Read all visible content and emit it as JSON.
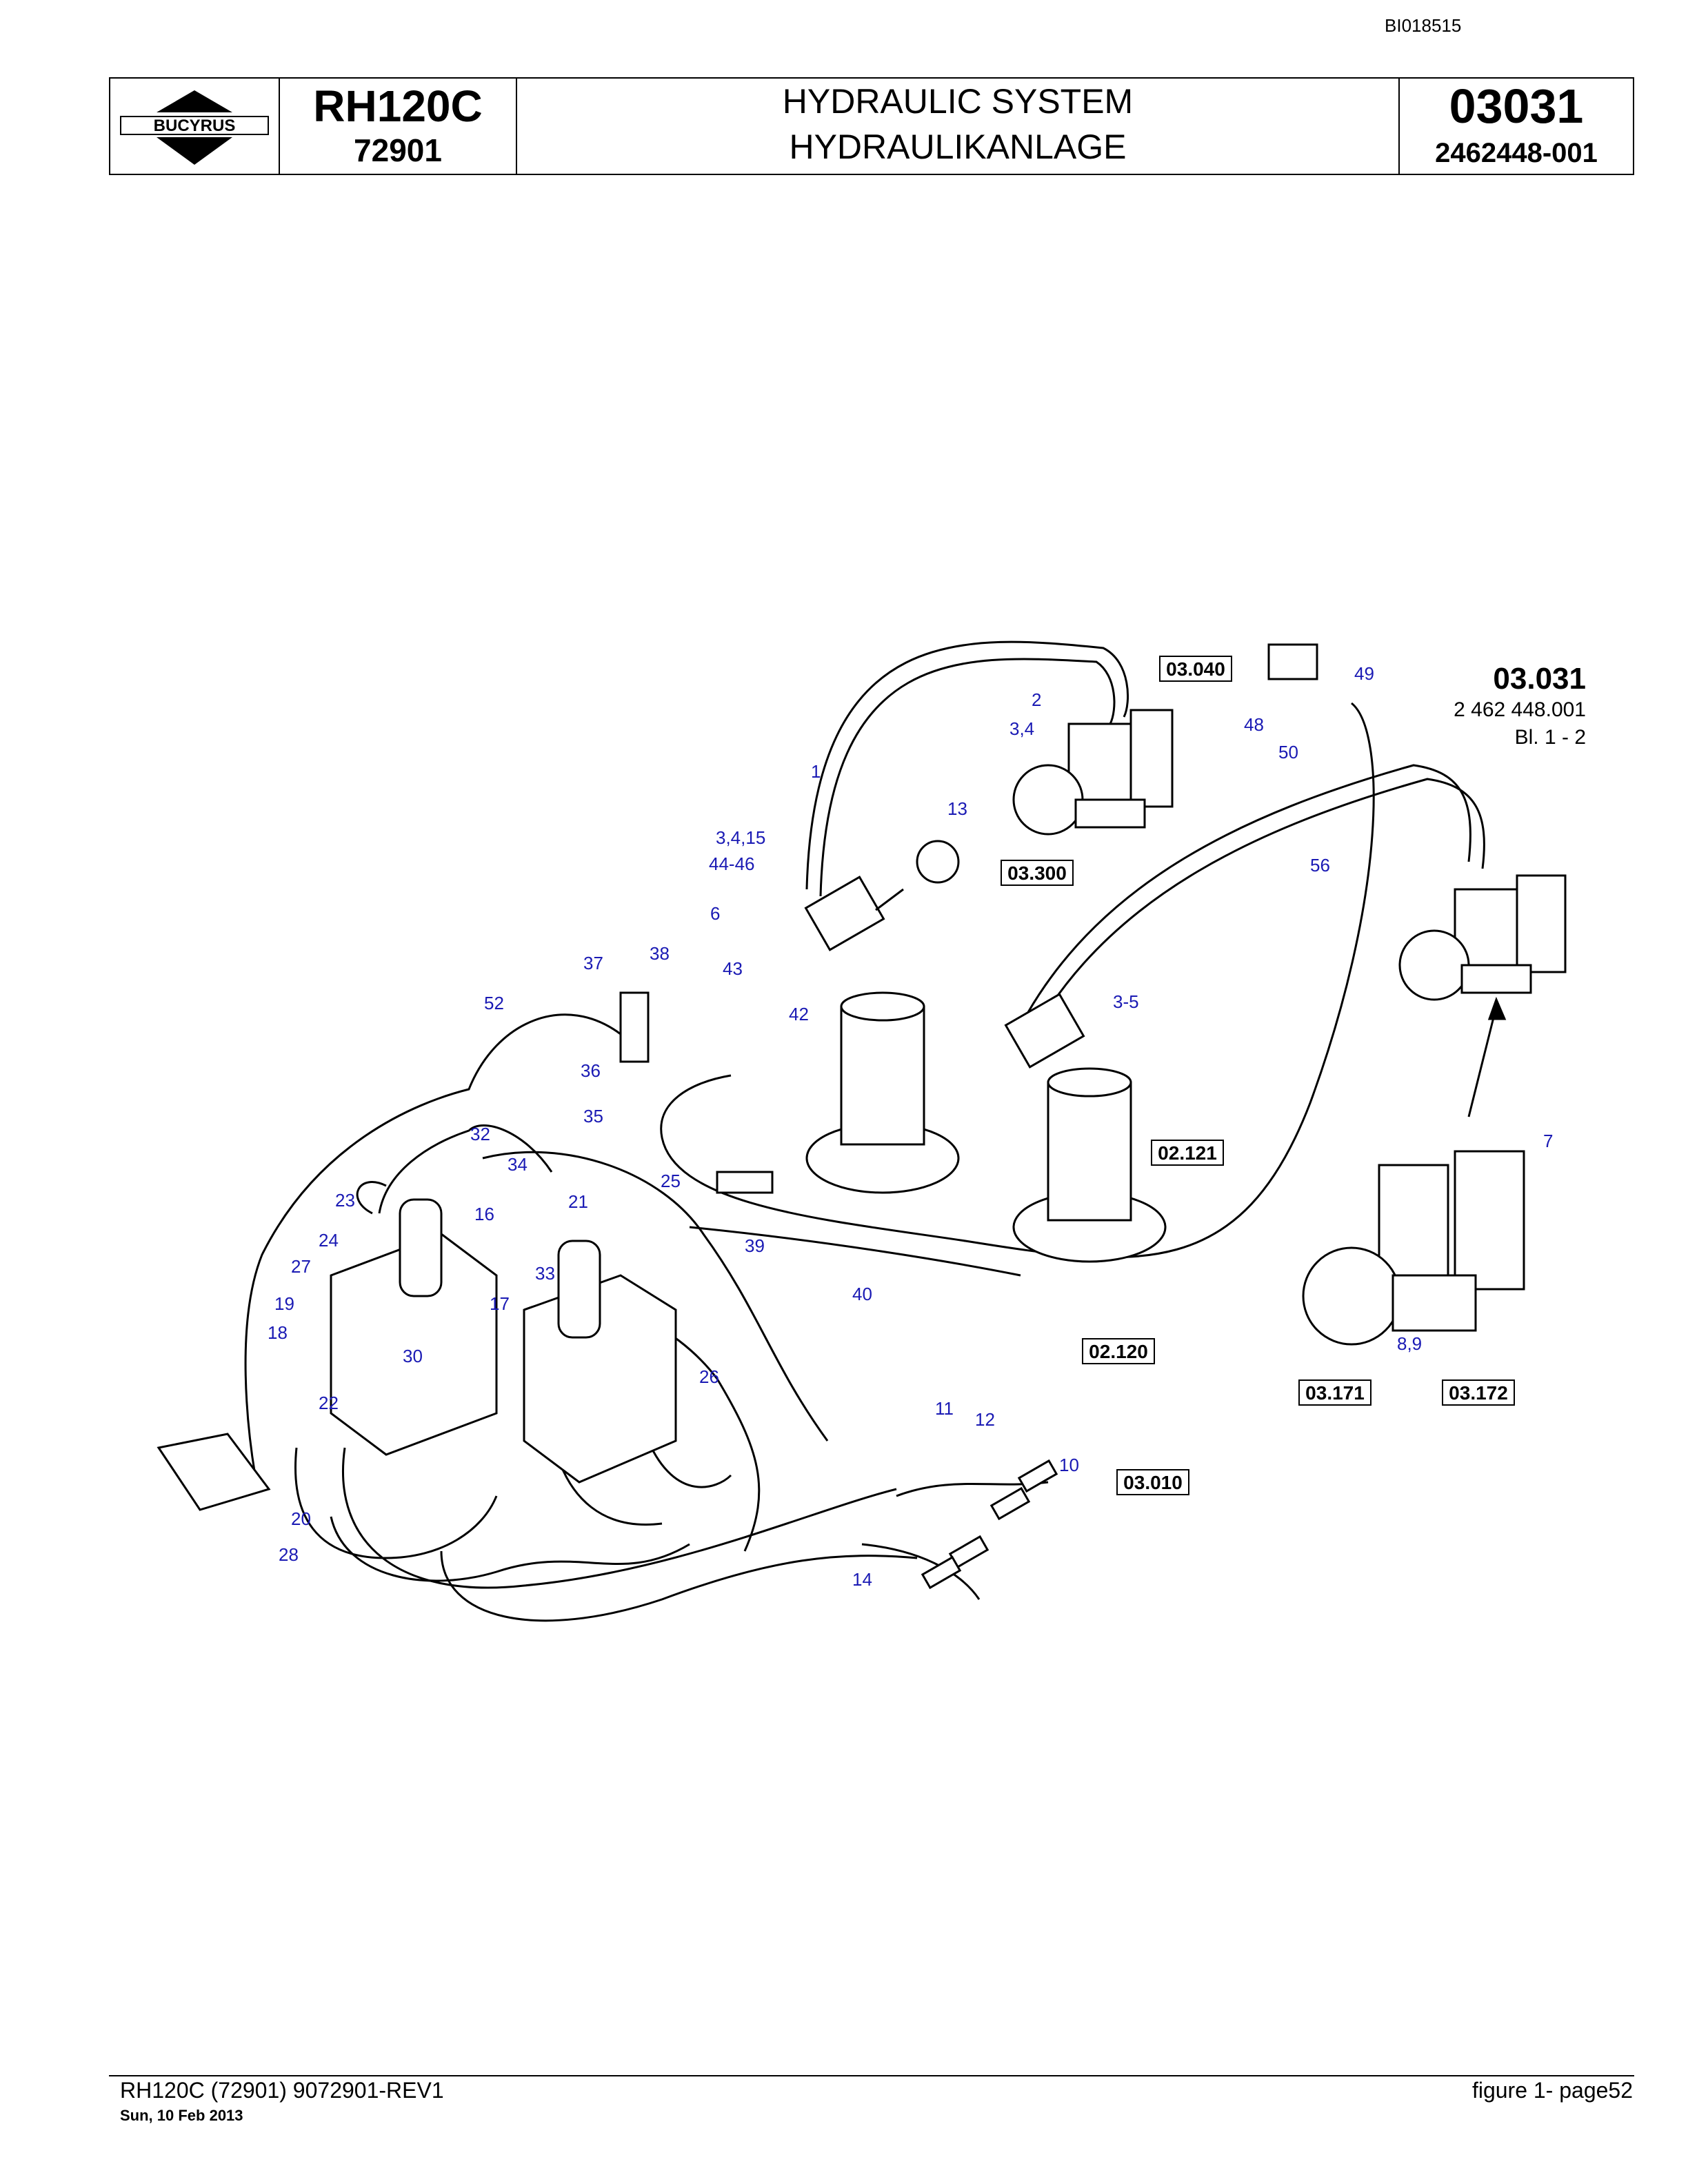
{
  "doc_id": "BI018515",
  "title_block": {
    "logo_text": "BUCYRUS",
    "model": "RH120C",
    "serial": "72901",
    "title_en": "HYDRAULIC SYSTEM",
    "title_de": "HYDRAULIKANLAGE",
    "section": "03031",
    "part_number": "2462448-001"
  },
  "sheet_ref": {
    "number": "03.031",
    "part": "2 462 448.001",
    "sheet": "Bl. 1 - 2"
  },
  "reference_boxes": [
    "03.040",
    "03.300",
    "02.121",
    "02.120",
    "03.010",
    "03.171",
    "03.172"
  ],
  "callouts": [
    "1",
    "2",
    "3,4",
    "3,4,15",
    "44-46",
    "6",
    "13",
    "43",
    "42",
    "37",
    "38",
    "52",
    "36",
    "35",
    "32",
    "34",
    "25",
    "16",
    "21",
    "23",
    "24",
    "27",
    "19",
    "18",
    "30",
    "17",
    "22",
    "33",
    "20",
    "28",
    "26",
    "39",
    "40",
    "11",
    "12",
    "10",
    "14",
    "3-5",
    "48",
    "49",
    "50",
    "56",
    "7",
    "8,9"
  ],
  "footer": {
    "left": "RH120C (72901) 9072901-REV1",
    "date": "Sun, 10 Feb 2013",
    "right": "figure  1- page52"
  },
  "colors": {
    "callout": "#1a1ab4",
    "line": "#000000"
  }
}
